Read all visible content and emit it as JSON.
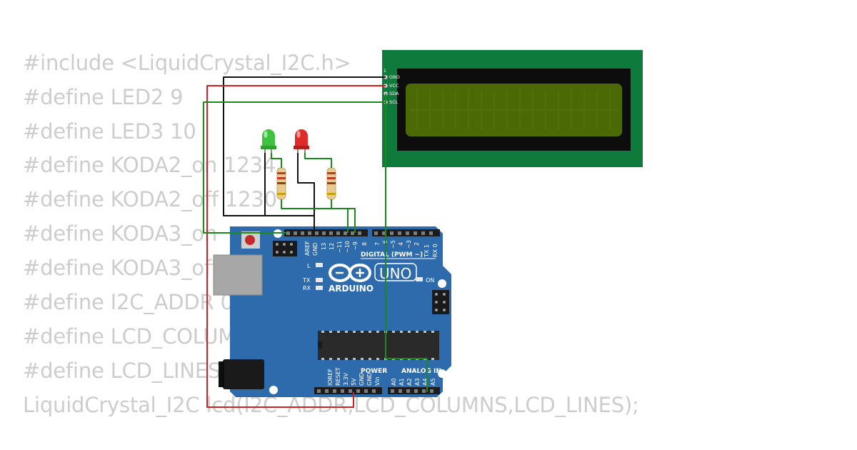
{
  "code": {
    "lines": [
      "#include <LiquidCrystal_I2C.h>",
      "#define LED2 9",
      "#define LED3 10",
      "#define KODA2_on 1234",
      "#define KODA2_off 1230",
      "#define KODA3_on",
      "#define KODA3_off",
      "#define I2C_ADDR 0",
      "#define LCD_COLUMNS",
      "#define LCD_LINES",
      "LiquidCrystal_I2C lcd(I2C_ADDR,LCD_COLUMNS,LCD_LINES);"
    ]
  },
  "lcd": {
    "pin1_label": "1",
    "pins": [
      "GND",
      "VCC",
      "SDA",
      "SCL"
    ],
    "board_color": "#0e7a3c",
    "screen_color": "#4b6a06"
  },
  "leds": [
    {
      "color": "green",
      "hex": "#3fc23f"
    },
    {
      "color": "red",
      "hex": "#e12b2b"
    }
  ],
  "arduino": {
    "logo_text": "ARDUINO",
    "model_text": "UNO",
    "on_label": "ON",
    "l_label": "L",
    "tx_label": "TX",
    "rx_label": "RX",
    "digital_label": "DIGITAL (PWM ~)",
    "power_label": "POWER",
    "analog_label": "ANALOG IN",
    "digital_pins": [
      "AREF",
      "GND",
      "13",
      "12",
      "~11",
      "~10",
      "~9",
      "8",
      "7",
      "~6",
      "~5",
      "4",
      "~3",
      "2",
      "TX 1",
      "RX 0"
    ],
    "power_pins": [
      "IOREF",
      "RESET",
      "3.3V",
      "5V",
      "GND",
      "GND",
      "Vin"
    ],
    "analog_pins": [
      "A0",
      "A1",
      "A2",
      "A3",
      "A4",
      "A5"
    ],
    "board_color": "#2d6bac"
  },
  "wires": {
    "gnd": "#111111",
    "vcc": "#d42020",
    "signal": "#1a8a1a"
  }
}
